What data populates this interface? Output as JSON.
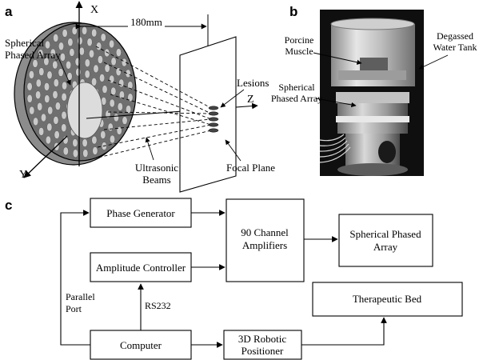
{
  "panel_labels": {
    "a": "a",
    "b": "b",
    "c": "c"
  },
  "panel_a": {
    "axis_x": "X",
    "axis_y": "Y",
    "axis_z": "Z",
    "distance": "180mm",
    "array_label_line1": "Spherical",
    "array_label_line2": "Phased Array",
    "lesions": "Lesions",
    "beams_line1": "Ultrasonic",
    "beams_line2": "Beams",
    "focal_plane": "Focal Plane"
  },
  "panel_b": {
    "muscle_line1": "Porcine",
    "muscle_line2": "Muscle",
    "tank_line1": "Degassed",
    "tank_line2": "Water Tank",
    "array_line1": "Spherical",
    "array_line2": "Phased Array"
  },
  "panel_c": {
    "phase_generator": "Phase Generator",
    "amplitude_controller": "Amplitude Controller",
    "amplifiers_line1": "90 Channel",
    "amplifiers_line2": "Amplifiers",
    "spa_line1": "Spherical Phased",
    "spa_line2": "Array",
    "computer": "Computer",
    "robot_line1": "3D Robotic",
    "robot_line2": "Positioner",
    "therapeutic_bed": "Therapeutic Bed",
    "parallel_line1": "Parallel",
    "parallel_line2": "Port",
    "rs232": "RS232"
  }
}
